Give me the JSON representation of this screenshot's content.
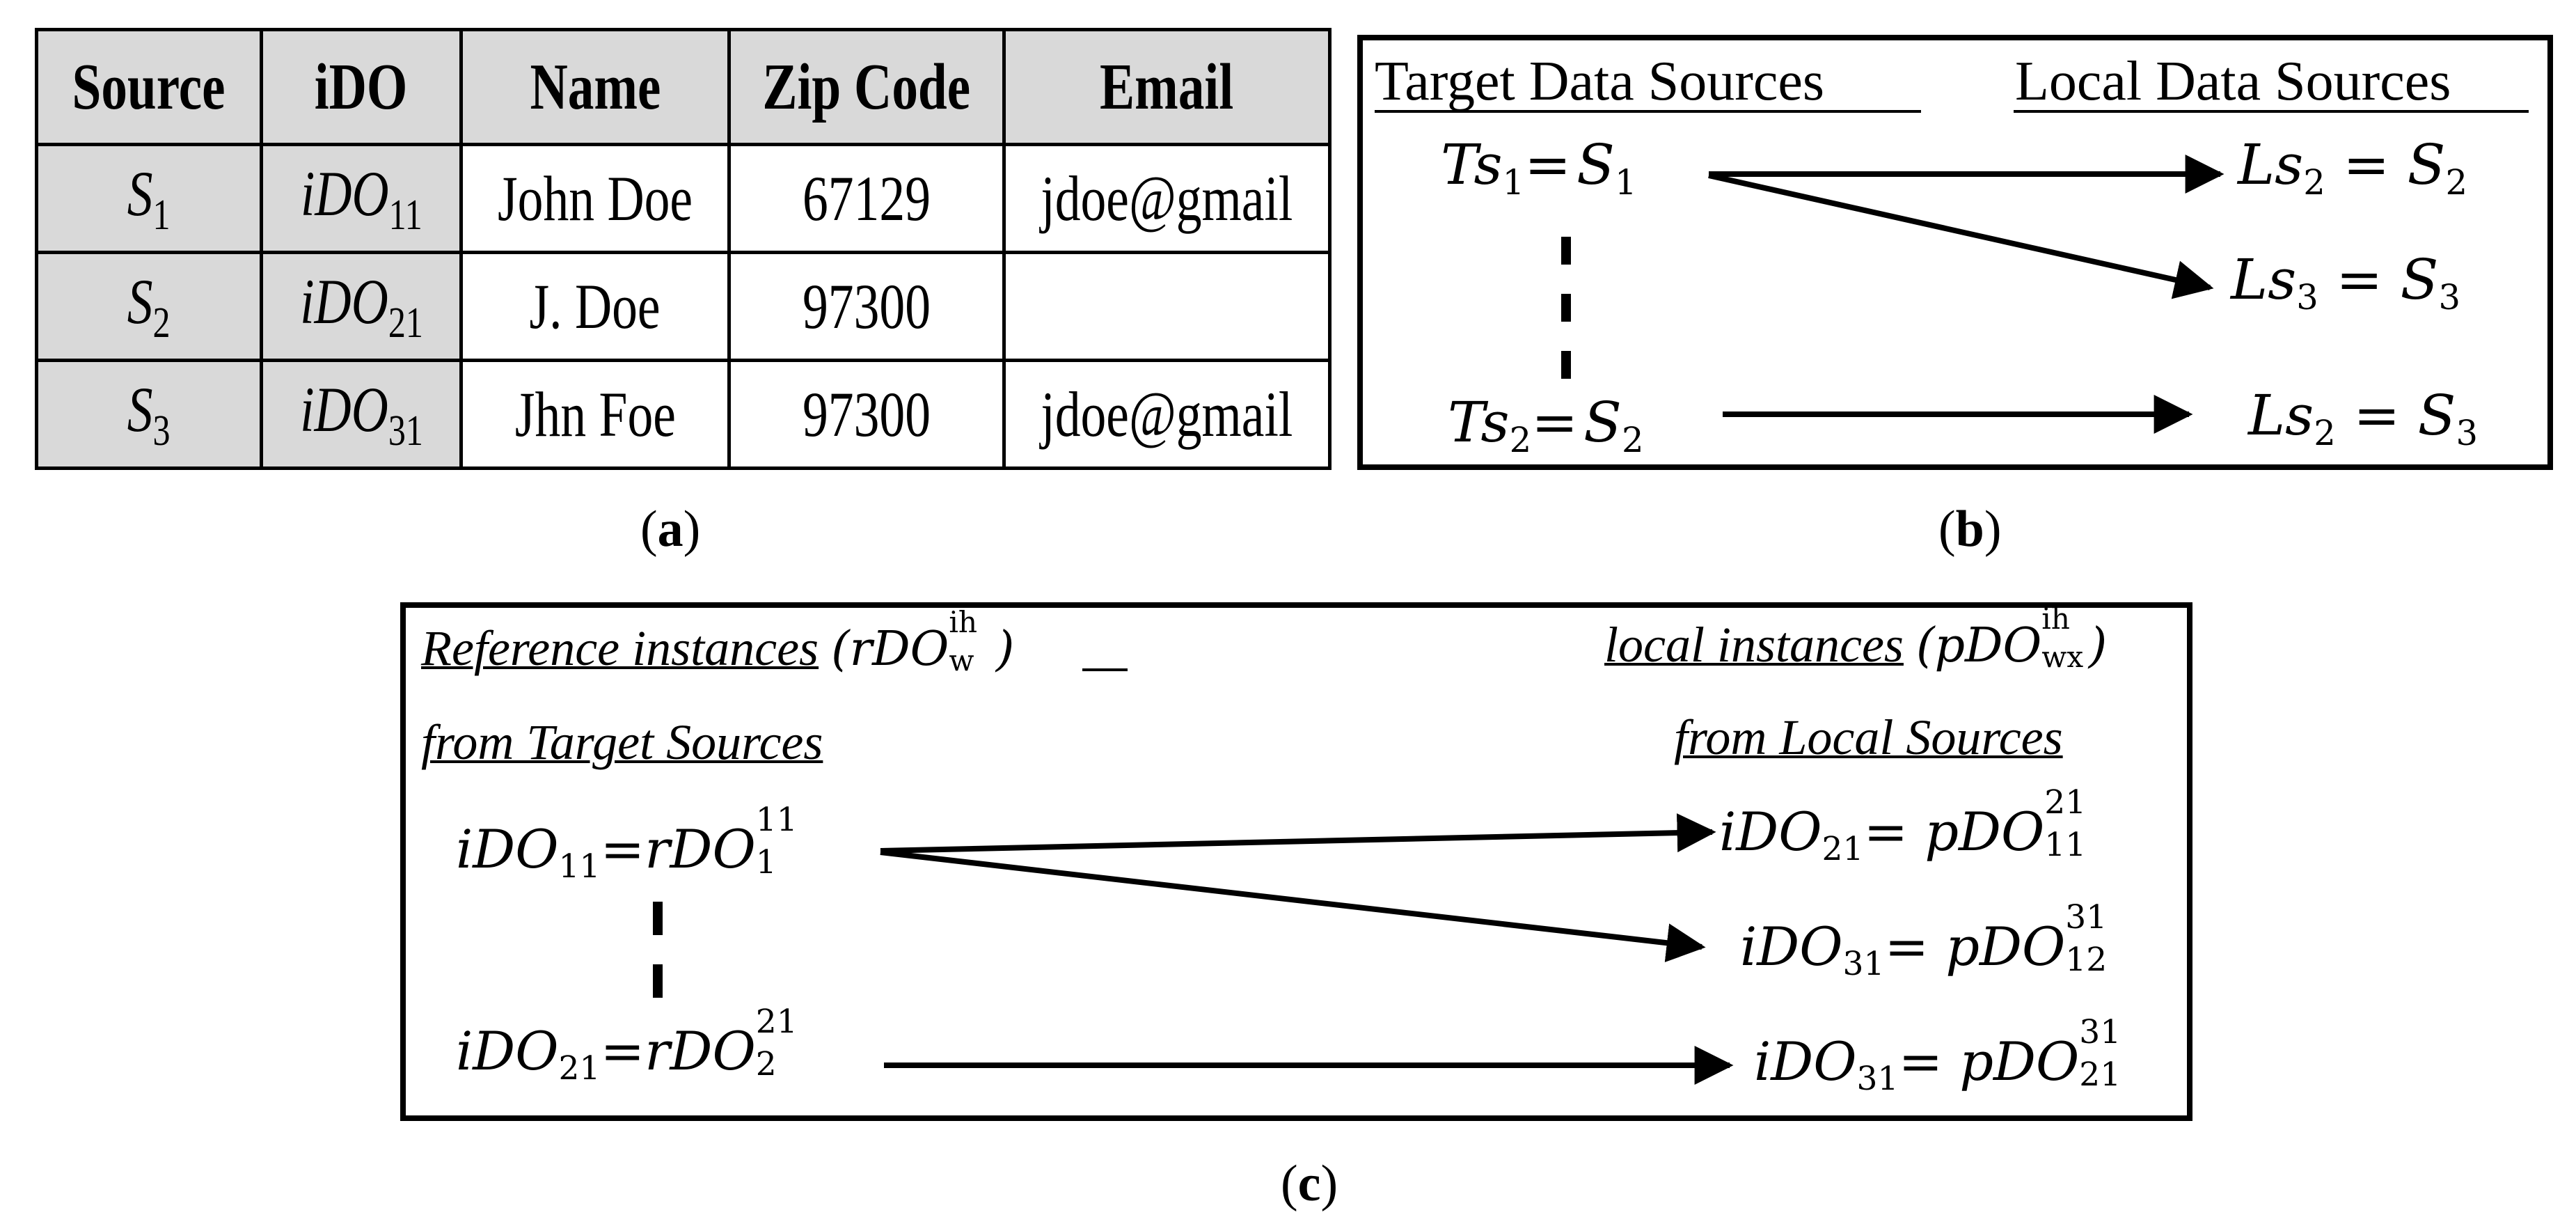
{
  "panel_a": {
    "headers": [
      "Source",
      "iDO",
      "Name",
      "Zip Code",
      "Email"
    ],
    "rows": [
      {
        "source": "S",
        "source_sub": "1",
        "ido": "iDO",
        "ido_sub": "11",
        "name": "John Doe",
        "zip": "67129",
        "email": "jdoe@gmail"
      },
      {
        "source": "S",
        "source_sub": "2",
        "ido": "iDO",
        "ido_sub": "21",
        "name": "J. Doe",
        "zip": "97300",
        "email": ""
      },
      {
        "source": "S",
        "source_sub": "3",
        "ido": "iDO",
        "ido_sub": "31",
        "name": "Jhn Foe",
        "zip": "97300",
        "email": "jdoe@gmail"
      }
    ],
    "caption": "a"
  },
  "panel_b": {
    "left_heading": "Target Data Sources",
    "right_heading": "Local Data Sources",
    "ts1": {
      "base": "Ts",
      "sub": "1",
      "rhs": "S",
      "rhs_sub": "1"
    },
    "ts2": {
      "base": "Ts",
      "sub": "2",
      "rhs": "S",
      "rhs_sub": "2"
    },
    "ls_a": {
      "base": "Ls",
      "sub": "2",
      "rhs": "S",
      "rhs_sub": "2"
    },
    "ls_b": {
      "base": "Ls",
      "sub": "3",
      "rhs": "S",
      "rhs_sub": "3"
    },
    "ls_c": {
      "base": "Ls",
      "sub": "2",
      "rhs": "S",
      "rhs_sub": "3"
    },
    "caption": "b"
  },
  "panel_c": {
    "ref_heading": "Reference instances",
    "ref_notation": {
      "base": "rDO",
      "sup": "ih",
      "sub": "w"
    },
    "ref_heading_2": "from Target Sources",
    "local_heading": "local instances",
    "local_notation": {
      "base": "pDO",
      "sup": "ih",
      "sub": "wx"
    },
    "local_heading_2": "from Local Sources",
    "ref1": {
      "lhs": "iDO",
      "lhs_sub": "11",
      "rhs": "rDO",
      "rhs_sup": "11",
      "rhs_sub": "1"
    },
    "ref2": {
      "lhs": "iDO",
      "lhs_sub": "21",
      "rhs": "rDO",
      "rhs_sup": "21",
      "rhs_sub": "2"
    },
    "loc1": {
      "lhs": "iDO",
      "lhs_sub": "21",
      "rhs": "pDO",
      "rhs_sup": "21",
      "rhs_sub": "11"
    },
    "loc2": {
      "lhs": "iDO",
      "lhs_sub": "31",
      "rhs": "pDO",
      "rhs_sup": "31",
      "rhs_sub": "12"
    },
    "loc3": {
      "lhs": "iDO",
      "lhs_sub": "31",
      "rhs": "pDO",
      "rhs_sup": "31",
      "rhs_sub": "21"
    },
    "caption": "c"
  },
  "colors": {
    "ink": "#000000",
    "header_fill": "#d9d9d9",
    "background": "#ffffff"
  }
}
